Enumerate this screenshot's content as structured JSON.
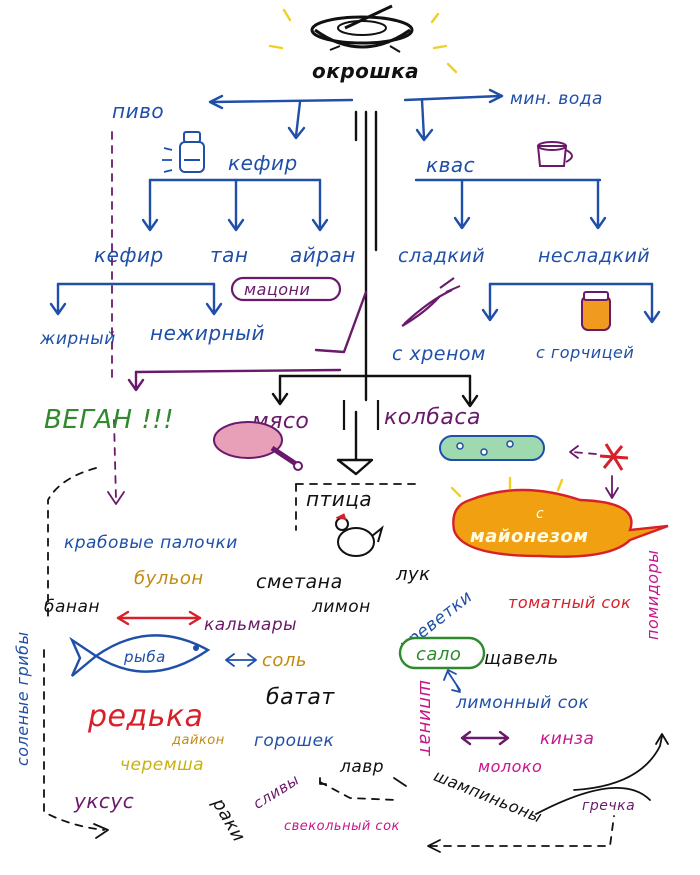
{
  "colors": {
    "blue": "#1f4fa8",
    "purple": "#6a1a6a",
    "magenta": "#c8168c",
    "green": "#2f8a2e",
    "orange": "#e06a10",
    "yellow": "#f0d020",
    "red": "#d8202a",
    "black": "#111111"
  },
  "root": {
    "label": "окрошка",
    "icon": "bowl-icon"
  },
  "liquids": {
    "beer": "пиво",
    "mineral_water": "мин. вода",
    "kefir_group": "кефир",
    "kvass_group": "квас",
    "kefir": "кефир",
    "tan": "тан",
    "ayran": "айран",
    "matsoni": "мацони",
    "fat": "жирный",
    "nonfat": "нежирный",
    "sweet": "сладкий",
    "unsweet": "несладкий",
    "horseradish": "с хреном",
    "mustard": "с горчицей"
  },
  "proteins": {
    "vegan": "ВЕГАН !!!",
    "meat": "мясо",
    "sausage": "колбаса",
    "bird": "птица",
    "mayo": "майонезом",
    "mayo_prefix": "с"
  },
  "ingredients": {
    "crab": "крабовые палочки",
    "broth": "бульон",
    "sour_cream": "сметана",
    "onion": "лук",
    "lemon": "лимон",
    "banana": "банан",
    "squid": "кальмары",
    "fish": "рыба",
    "salt": "соль",
    "radish": "редька",
    "daikon": "дайкон",
    "cherry": "черемша",
    "sweet_potato": "батат",
    "peas": "горошек",
    "plums": "сливы",
    "bay": "лавр",
    "vinegar": "уксус",
    "crayfish": "раки",
    "beet_juice": "свекольный сок",
    "shrimp": "креветки",
    "salo": "сало",
    "tomato_juice": "томатный сок",
    "sorrel": "щавель",
    "lemon_juice": "лимонный сок",
    "spinach": "шпинат",
    "cilantro": "кинза",
    "milk": "молоко",
    "mushrooms": "шампиньоны",
    "buckwheat": "гречка",
    "tomatoes": "помидоры",
    "pickled": "соленые грибы"
  }
}
